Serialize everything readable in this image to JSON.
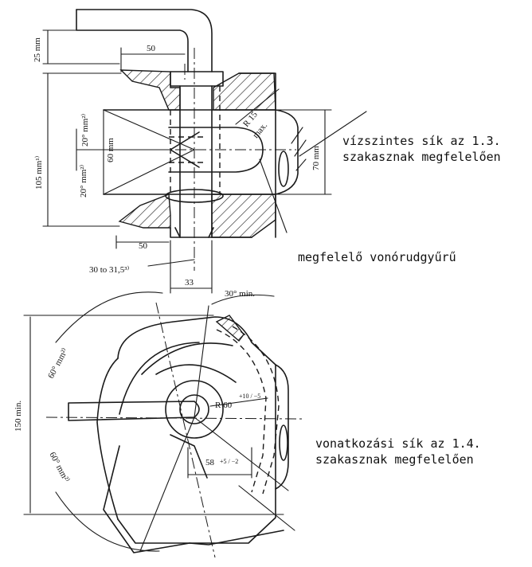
{
  "labels": {
    "dim_25": "25 mm",
    "dim_50_top": "50",
    "dim_105": "105 mm¹⁾",
    "dim_20_top": "20° mm²⁾",
    "dim_20_bottom": "20° mm²⁾",
    "dim_60mm": "60 mm",
    "dim_r15": "R 15",
    "dim_max": "max.",
    "dim_70": "70 mm",
    "dim_50_bottom": "50",
    "dim_30_315": "30 to 31,5³⁾",
    "dim_33": "33",
    "dim_30min": "30° min.",
    "dim_60_top": "60° mm²⁾",
    "dim_60_bottom": "60° mm²⁾",
    "dim_150": "150 min.",
    "dim_r60": "R 60",
    "dim_r60_tol": "+10 / −5",
    "dim_58": "58",
    "dim_58_tol": "+5 / −2"
  },
  "notes": {
    "horizontal_plane_line1": "vízszintes sík az 1.3.",
    "horizontal_plane_line2": "szakasznak megfelelően",
    "drawbar_ring": "megfelelő vonórudgyűrű",
    "reference_plane_line1": "vonatkozási sík az 1.4.",
    "reference_plane_line2": "szakasznak megfelelően"
  }
}
